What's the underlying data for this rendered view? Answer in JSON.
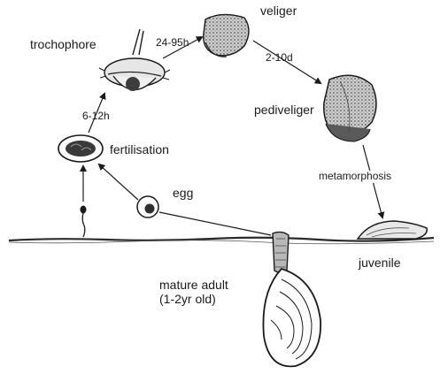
{
  "diagram": {
    "stages": {
      "trochophore": "trochophore",
      "veliger": "veliger",
      "pediveliger": "pediveliger",
      "fertilisation": "fertilisation",
      "egg": "egg",
      "juvenile": "juvenile",
      "adult_line1": "mature adult",
      "adult_line2": "(1-2yr old)"
    },
    "transitions": {
      "fert_to_troch": "6-12h",
      "troch_to_veliger": "24-95h",
      "veliger_to_pedi": "2-10d",
      "pedi_to_juvenile": "metamorphosis"
    }
  },
  "colors": {
    "ink": "#1a1a1a",
    "shell": "#d9d9d9",
    "dark_fill": "#4a4a4a",
    "ground": "#2b2b2b"
  },
  "icons": [
    "trochophore-larva-icon",
    "veliger-larva-icon",
    "pediveliger-larva-icon",
    "fertilised-egg-icon",
    "egg-icon",
    "sperm-icon",
    "juvenile-mussel-icon",
    "adult-mussel-icon"
  ]
}
